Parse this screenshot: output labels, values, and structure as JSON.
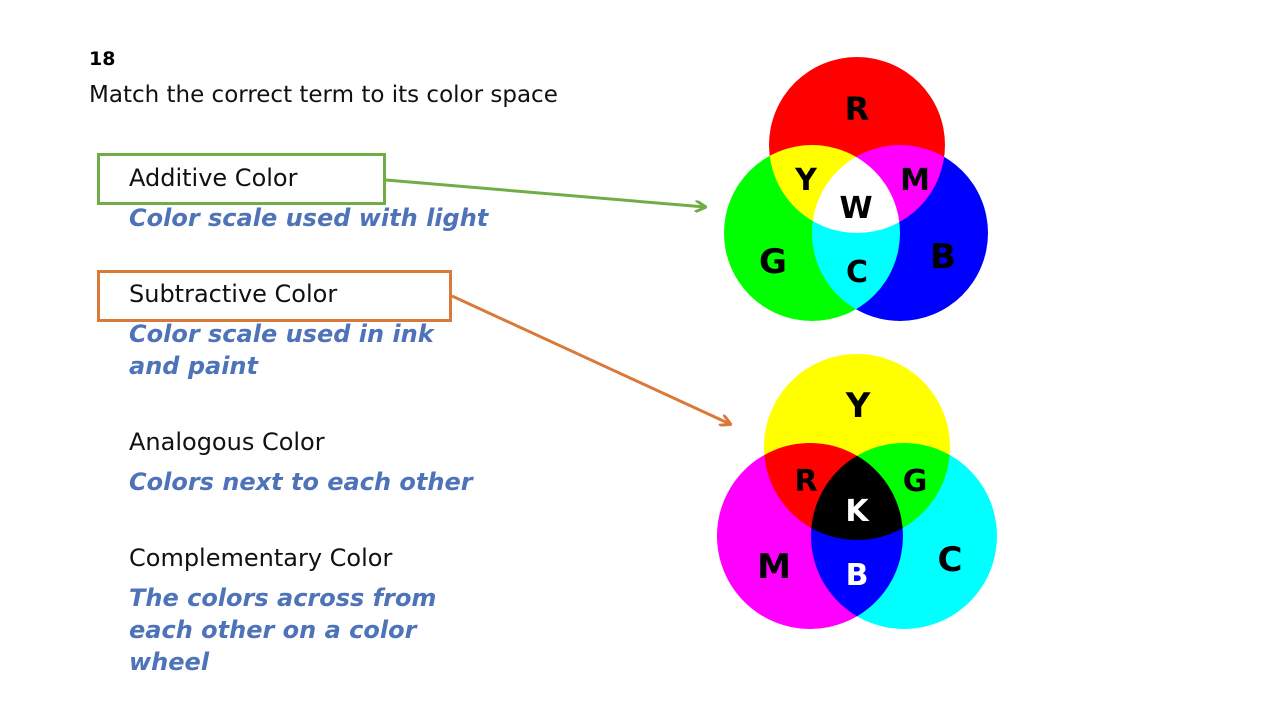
{
  "slide": {
    "number": "18",
    "instruction": "Match the correct term to its color space"
  },
  "terms": [
    {
      "term": "Additive Color",
      "definition": "Color scale used with light"
    },
    {
      "term": "Subtractive Color",
      "definition": "Color scale used in ink and paint"
    },
    {
      "term": "Analogous Color",
      "definition": "Colors next to each other"
    },
    {
      "term": "Complementary Color",
      "definition": "The colors across from each other on a color wheel"
    }
  ],
  "colors": {
    "additive_box": "#70ad47",
    "subtractive_box": "#d97a3a",
    "definition_text": "#4e73b8",
    "red": "#ff0000",
    "green": "#00ff00",
    "blue": "#0000ff",
    "cyan": "#00ffff",
    "magenta": "#ff00ff",
    "yellow": "#ffff00"
  },
  "additive_diagram": {
    "labels": {
      "top": "R",
      "left": "G",
      "right": "B",
      "top_left": "Y",
      "top_right": "M",
      "bottom": "C",
      "center": "W"
    }
  },
  "subtractive_diagram": {
    "labels": {
      "top": "Y",
      "left": "M",
      "right": "C",
      "top_left": "R",
      "top_right": "G",
      "bottom": "B",
      "center": "K"
    }
  }
}
